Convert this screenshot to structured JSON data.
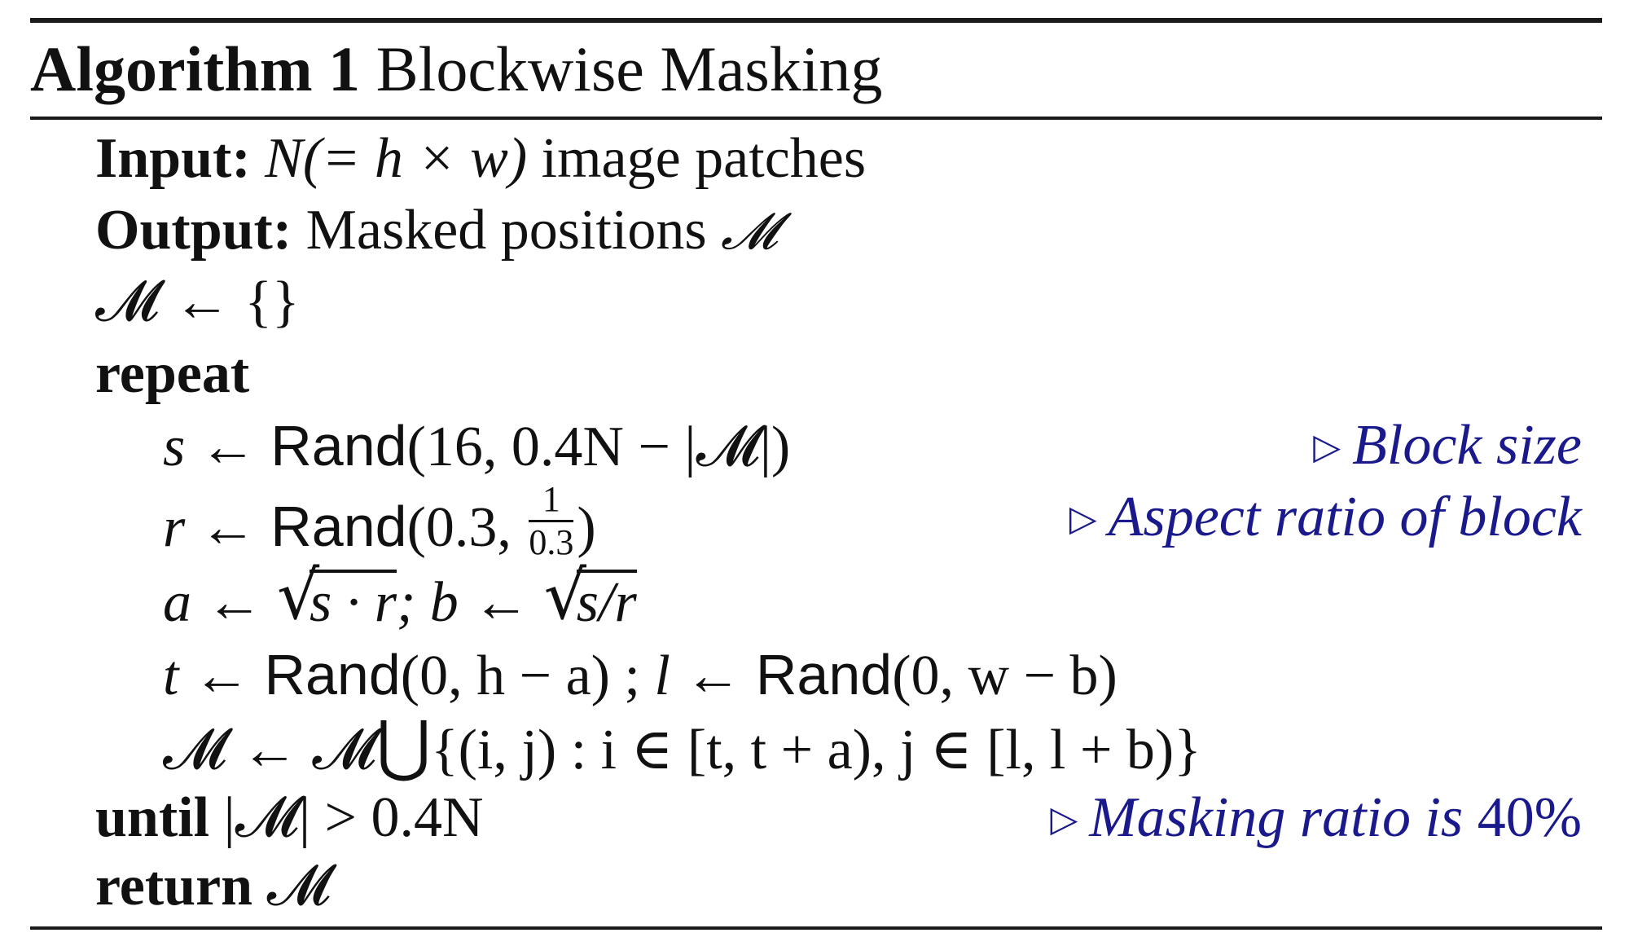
{
  "algorithm": {
    "label": "Algorithm 1",
    "name": "Blockwise Masking"
  },
  "input": {
    "keyword": "Input:",
    "expr": "N(= h × w)",
    "text": "image patches"
  },
  "output": {
    "keyword": "Output:",
    "text": "Masked positions",
    "symbol": "𝓜"
  },
  "lines": {
    "init": "𝓜 ← {}",
    "repeat_kw": "repeat",
    "s_lhs": "s ←",
    "s_fn": "Rand",
    "s_args": "(16, 0.4N − |𝓜|)",
    "s_comment": "Block size",
    "r_lhs": "r ←",
    "r_fn": "Rand",
    "r_args_pre": "(0.3,",
    "r_frac_num": "1",
    "r_frac_den": "0.3",
    "r_args_post": ")",
    "r_comment": "Aspect ratio of block",
    "a_lhs": "a ←",
    "a_radicand": "s · r",
    "b_lhs": "; b ←",
    "b_radicand": "s/r",
    "t_lhs": "t ←",
    "t_fn": "Rand",
    "t_args": "(0, h − a) ;",
    "l_lhs": "l ←",
    "l_fn": "Rand",
    "l_args": "(0, w − b)",
    "m_lhs": "𝓜 ← 𝓜",
    "m_cup": "⋃",
    "m_rhs": "{(i, j) : i ∈ [t, t + a), j ∈ [l, l + b)}",
    "until_kw": "until",
    "until_expr": "|𝓜| > 0.4N",
    "until_comment_text": "Masking ratio is",
    "until_comment_value": "40%",
    "return_kw": "return",
    "return_expr": "𝓜"
  },
  "comment_marker": "▷",
  "colors": {
    "comment": "#1a1a8c",
    "text": "#111111"
  }
}
